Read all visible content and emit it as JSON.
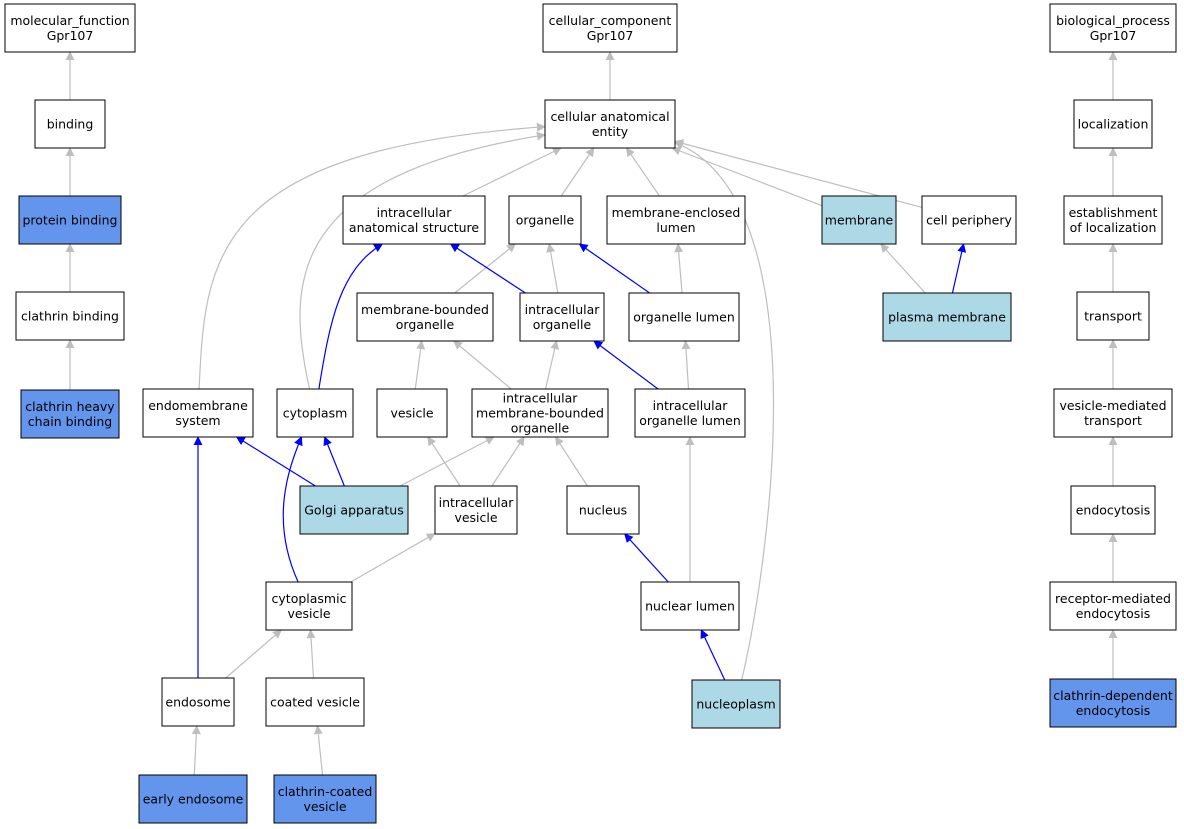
{
  "colors": {
    "plain": "#ffffff",
    "annotated": "#6495ed",
    "located": "#add8e6",
    "edge_is_a": "#bebebe",
    "edge_part_of": "#0000ff"
  },
  "nodes": [
    {
      "id": "mf",
      "lines": [
        "molecular_function",
        "Gpr107"
      ],
      "style": "plain"
    },
    {
      "id": "cc",
      "lines": [
        "cellular_component",
        "Gpr107"
      ],
      "style": "plain"
    },
    {
      "id": "bp",
      "lines": [
        "biological_process",
        "Gpr107"
      ],
      "style": "plain"
    },
    {
      "id": "binding",
      "lines": [
        "binding"
      ],
      "style": "plain"
    },
    {
      "id": "protein_binding",
      "lines": [
        "protein binding"
      ],
      "style": "annotated"
    },
    {
      "id": "clathrin_binding",
      "lines": [
        "clathrin binding"
      ],
      "style": "plain"
    },
    {
      "id": "clathrin_heavy",
      "lines": [
        "clathrin heavy",
        "chain binding"
      ],
      "style": "annotated"
    },
    {
      "id": "cae",
      "lines": [
        "cellular anatomical",
        "entity"
      ],
      "style": "plain"
    },
    {
      "id": "ias",
      "lines": [
        "intracellular",
        "anatomical structure"
      ],
      "style": "plain"
    },
    {
      "id": "organelle",
      "lines": [
        "organelle"
      ],
      "style": "plain"
    },
    {
      "id": "mel",
      "lines": [
        "membrane-enclosed",
        "lumen"
      ],
      "style": "plain"
    },
    {
      "id": "membrane",
      "lines": [
        "membrane"
      ],
      "style": "located"
    },
    {
      "id": "cell_periphery",
      "lines": [
        "cell periphery"
      ],
      "style": "plain"
    },
    {
      "id": "mbo",
      "lines": [
        "membrane-bounded",
        "organelle"
      ],
      "style": "plain"
    },
    {
      "id": "io",
      "lines": [
        "intracellular",
        "organelle"
      ],
      "style": "plain"
    },
    {
      "id": "ol",
      "lines": [
        "organelle lumen"
      ],
      "style": "plain"
    },
    {
      "id": "plasma_membrane",
      "lines": [
        "plasma membrane"
      ],
      "style": "located"
    },
    {
      "id": "endomembrane",
      "lines": [
        "endomembrane",
        "system"
      ],
      "style": "plain"
    },
    {
      "id": "cytoplasm",
      "lines": [
        "cytoplasm"
      ],
      "style": "plain"
    },
    {
      "id": "vesicle",
      "lines": [
        "vesicle"
      ],
      "style": "plain"
    },
    {
      "id": "imbo",
      "lines": [
        "intracellular",
        "membrane-bounded",
        "organelle"
      ],
      "style": "plain"
    },
    {
      "id": "iol",
      "lines": [
        "intracellular",
        "organelle lumen"
      ],
      "style": "plain"
    },
    {
      "id": "golgi",
      "lines": [
        "Golgi apparatus"
      ],
      "style": "located"
    },
    {
      "id": "iv",
      "lines": [
        "intracellular",
        "vesicle"
      ],
      "style": "plain"
    },
    {
      "id": "nucleus",
      "lines": [
        "nucleus"
      ],
      "style": "plain"
    },
    {
      "id": "cv",
      "lines": [
        "cytoplasmic",
        "vesicle"
      ],
      "style": "plain"
    },
    {
      "id": "nl",
      "lines": [
        "nuclear lumen"
      ],
      "style": "plain"
    },
    {
      "id": "endosome",
      "lines": [
        "endosome"
      ],
      "style": "plain"
    },
    {
      "id": "coated_vesicle",
      "lines": [
        "coated vesicle"
      ],
      "style": "plain"
    },
    {
      "id": "nucleoplasm",
      "lines": [
        "nucleoplasm"
      ],
      "style": "located"
    },
    {
      "id": "early_endosome",
      "lines": [
        "early endosome"
      ],
      "style": "annotated"
    },
    {
      "id": "ccv",
      "lines": [
        "clathrin-coated",
        "vesicle"
      ],
      "style": "annotated"
    },
    {
      "id": "localization",
      "lines": [
        "localization"
      ],
      "style": "plain"
    },
    {
      "id": "eol",
      "lines": [
        "establishment",
        "of localization"
      ],
      "style": "plain"
    },
    {
      "id": "transport",
      "lines": [
        "transport"
      ],
      "style": "plain"
    },
    {
      "id": "vmt",
      "lines": [
        "vesicle-mediated",
        "transport"
      ],
      "style": "plain"
    },
    {
      "id": "endocytosis",
      "lines": [
        "endocytosis"
      ],
      "style": "plain"
    },
    {
      "id": "rme",
      "lines": [
        "receptor-mediated",
        "endocytosis"
      ],
      "style": "plain"
    },
    {
      "id": "cde",
      "lines": [
        "clathrin-dependent",
        "endocytosis"
      ],
      "style": "annotated"
    }
  ],
  "edges": [
    {
      "from": "binding",
      "to": "mf",
      "rel": "is_a"
    },
    {
      "from": "protein_binding",
      "to": "binding",
      "rel": "is_a"
    },
    {
      "from": "clathrin_binding",
      "to": "protein_binding",
      "rel": "is_a"
    },
    {
      "from": "clathrin_heavy",
      "to": "clathrin_binding",
      "rel": "is_a"
    },
    {
      "from": "cae",
      "to": "cc",
      "rel": "is_a"
    },
    {
      "from": "ias",
      "to": "cae",
      "rel": "is_a"
    },
    {
      "from": "organelle",
      "to": "cae",
      "rel": "is_a"
    },
    {
      "from": "mel",
      "to": "cae",
      "rel": "is_a"
    },
    {
      "from": "membrane",
      "to": "cae",
      "rel": "is_a"
    },
    {
      "from": "cell_periphery",
      "to": "cae",
      "rel": "is_a"
    },
    {
      "from": "endomembrane",
      "to": "cae",
      "rel": "is_a"
    },
    {
      "from": "cytoplasm",
      "to": "cae",
      "rel": "is_a"
    },
    {
      "from": "nucleoplasm",
      "to": "cae",
      "rel": "is_a"
    },
    {
      "from": "mbo",
      "to": "organelle",
      "rel": "is_a"
    },
    {
      "from": "io",
      "to": "organelle",
      "rel": "is_a"
    },
    {
      "from": "io",
      "to": "ias",
      "rel": "part_of"
    },
    {
      "from": "ol",
      "to": "organelle",
      "rel": "part_of"
    },
    {
      "from": "ol",
      "to": "mel",
      "rel": "is_a"
    },
    {
      "from": "plasma_membrane",
      "to": "membrane",
      "rel": "is_a"
    },
    {
      "from": "plasma_membrane",
      "to": "cell_periphery",
      "rel": "part_of"
    },
    {
      "from": "cytoplasm",
      "to": "ias",
      "rel": "part_of"
    },
    {
      "from": "vesicle",
      "to": "mbo",
      "rel": "is_a"
    },
    {
      "from": "imbo",
      "to": "mbo",
      "rel": "is_a"
    },
    {
      "from": "imbo",
      "to": "io",
      "rel": "is_a"
    },
    {
      "from": "iol",
      "to": "io",
      "rel": "part_of"
    },
    {
      "from": "iol",
      "to": "ol",
      "rel": "is_a"
    },
    {
      "from": "golgi",
      "to": "endomembrane",
      "rel": "part_of"
    },
    {
      "from": "golgi",
      "to": "cytoplasm",
      "rel": "part_of"
    },
    {
      "from": "golgi",
      "to": "imbo",
      "rel": "is_a"
    },
    {
      "from": "iv",
      "to": "vesicle",
      "rel": "is_a"
    },
    {
      "from": "iv",
      "to": "imbo",
      "rel": "is_a"
    },
    {
      "from": "nucleus",
      "to": "imbo",
      "rel": "is_a"
    },
    {
      "from": "cv",
      "to": "iv",
      "rel": "is_a"
    },
    {
      "from": "cv",
      "to": "cytoplasm",
      "rel": "part_of"
    },
    {
      "from": "nl",
      "to": "nucleus",
      "rel": "part_of"
    },
    {
      "from": "nl",
      "to": "iol",
      "rel": "is_a"
    },
    {
      "from": "endosome",
      "to": "cv",
      "rel": "is_a"
    },
    {
      "from": "endosome",
      "to": "endomembrane",
      "rel": "part_of"
    },
    {
      "from": "coated_vesicle",
      "to": "cv",
      "rel": "is_a"
    },
    {
      "from": "nucleoplasm",
      "to": "nl",
      "rel": "part_of"
    },
    {
      "from": "early_endosome",
      "to": "endosome",
      "rel": "is_a"
    },
    {
      "from": "ccv",
      "to": "coated_vesicle",
      "rel": "is_a"
    },
    {
      "from": "localization",
      "to": "bp",
      "rel": "is_a"
    },
    {
      "from": "eol",
      "to": "localization",
      "rel": "is_a"
    },
    {
      "from": "transport",
      "to": "eol",
      "rel": "is_a"
    },
    {
      "from": "vmt",
      "to": "transport",
      "rel": "is_a"
    },
    {
      "from": "endocytosis",
      "to": "vmt",
      "rel": "is_a"
    },
    {
      "from": "rme",
      "to": "endocytosis",
      "rel": "is_a"
    },
    {
      "from": "cde",
      "to": "rme",
      "rel": "is_a"
    }
  ]
}
